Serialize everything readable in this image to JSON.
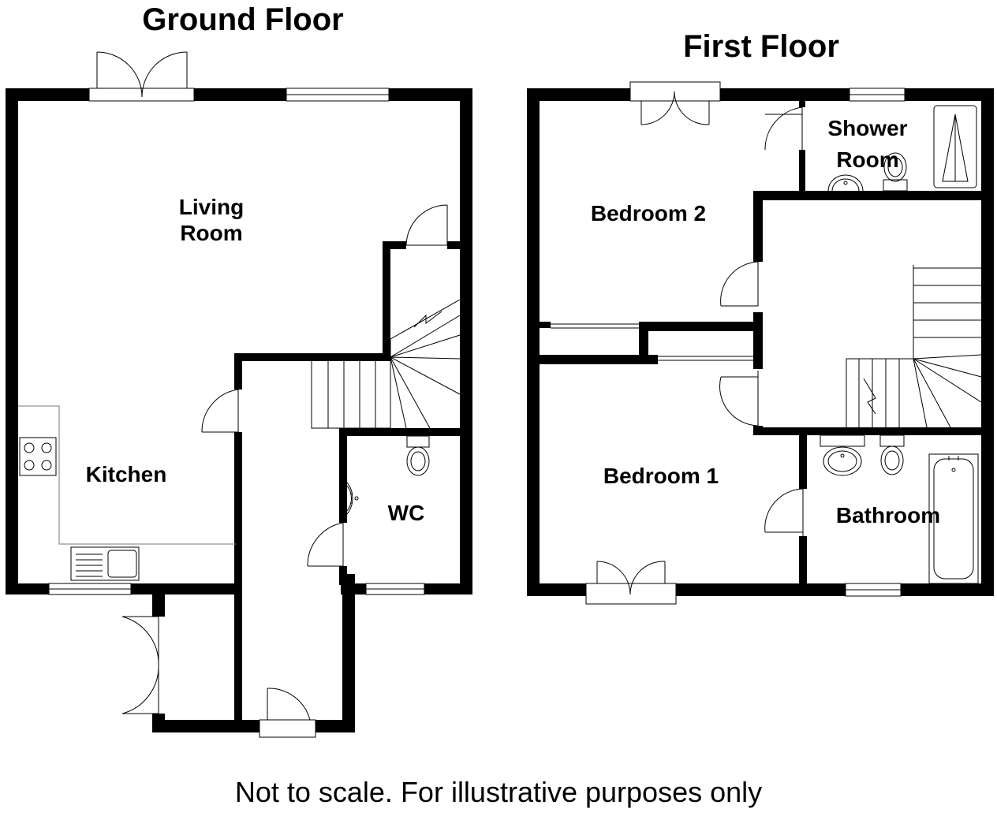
{
  "floors": {
    "ground": {
      "title": "Ground Floor",
      "rooms": {
        "living_room_line1": "Living",
        "living_room_line2": "Room",
        "kitchen": "Kitchen",
        "wc": "WC"
      }
    },
    "first": {
      "title": "First Floor",
      "rooms": {
        "shower_room_line1": "Shower",
        "shower_room_line2": "Room",
        "bedroom_2": "Bedroom 2",
        "bedroom_1": "Bedroom 1",
        "bathroom": "Bathroom"
      }
    }
  },
  "footer": {
    "note": "Not to scale. For illustrative purposes only"
  }
}
